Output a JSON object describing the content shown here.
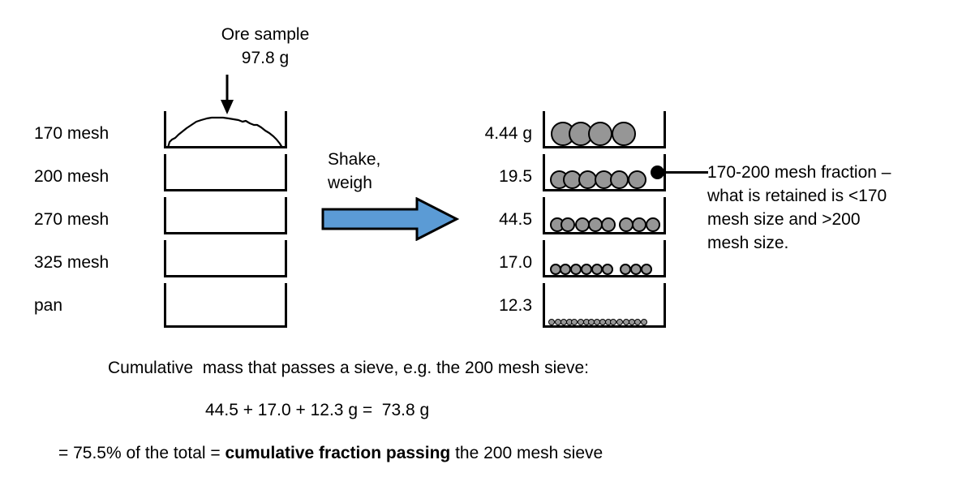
{
  "diagram": {
    "title_caption": {
      "line1": "Ore sample",
      "line2": "97.8 g"
    },
    "process_label": {
      "line1": "Shake,",
      "line2": "weigh"
    },
    "arrow_color": "#5B9BD5",
    "particle_color": "#969696",
    "line_color": "#000000"
  },
  "left_stack": {
    "name": "input-sieve-stack",
    "sieves": [
      {
        "label": "170 mesh",
        "contents": "ore-heap"
      },
      {
        "label": "200 mesh",
        "contents": "empty"
      },
      {
        "label": "270 mesh",
        "contents": "empty"
      },
      {
        "label": "325 mesh",
        "contents": "empty"
      },
      {
        "label": "pan",
        "contents": "empty"
      }
    ]
  },
  "right_stack": {
    "name": "output-sieve-stack",
    "sieves": [
      {
        "mass": "4.44 g",
        "mesh": "170 mesh",
        "particle_size": 30,
        "particle_count": 4
      },
      {
        "mass": "19.5",
        "mesh": "200 mesh",
        "particle_size": 23,
        "particle_count": 6
      },
      {
        "mass": "44.5",
        "mesh": "270 mesh",
        "particle_size": 18,
        "particle_count": 8
      },
      {
        "mass": "17.0",
        "mesh": "325 mesh",
        "particle_size": 14,
        "particle_count": 9
      },
      {
        "mass": "12.3",
        "mesh": "pan",
        "particle_size": 8,
        "particle_count": 17
      }
    ]
  },
  "callout": {
    "target_sieve": "200 mesh",
    "text": "170-200 mesh fraction –\nwhat is retained is <170\nmesh size and  >200\nmesh size."
  },
  "footer": {
    "line1": "Cumulative  mass that passes a sieve, e.g. the 200 mesh sieve:",
    "line2": "44.5 + 17.0 + 12.3 g =  73.8 g",
    "line3_prefix": "= 75.5% of the total = ",
    "line3_bold": "cumulative fraction passing",
    "line3_suffix": " the 200 mesh sieve"
  }
}
